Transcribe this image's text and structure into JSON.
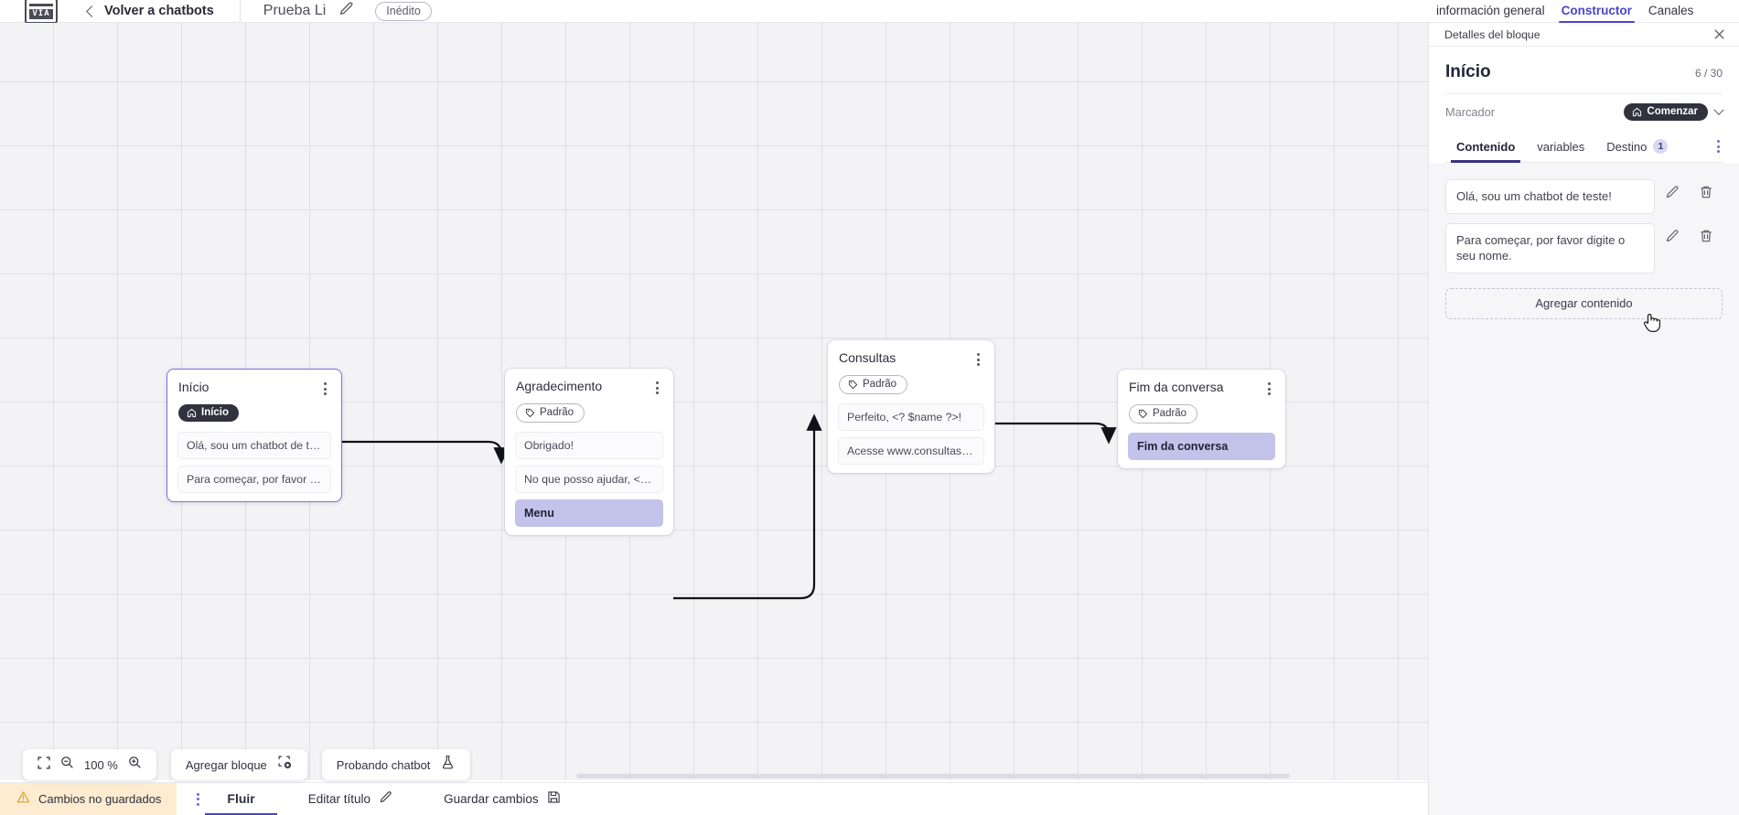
{
  "topbar": {
    "logo_text": "VIA",
    "back_label": "Volver a chatbots",
    "project_title": "Prueba Li",
    "edit_icon": "pencil-icon",
    "status_pill": "Inédito"
  },
  "right_tabs": [
    {
      "label": "información general",
      "active": false
    },
    {
      "label": "Constructor",
      "active": true
    },
    {
      "label": "Canales",
      "active": false
    }
  ],
  "canvas": {
    "nodes": [
      {
        "id": "inicio",
        "title": "Início",
        "badge": {
          "label": "Início",
          "style": "dark",
          "icon": "home-icon"
        },
        "messages": [
          {
            "text": "Olá, sou um chatbot de teste!",
            "accent": false
          },
          {
            "text": "Para começar, por favor digite o ...",
            "accent": false
          }
        ],
        "selected": true
      },
      {
        "id": "agradecimento",
        "title": "Agradecimento",
        "badge": {
          "label": "Padrão",
          "style": "light",
          "icon": "tag-icon"
        },
        "messages": [
          {
            "text": "Obrigado!",
            "accent": false
          },
          {
            "text": "No que posso ajudar, <? $Sname ...",
            "accent": false
          },
          {
            "text": "Menu",
            "accent": true
          }
        ],
        "selected": false
      },
      {
        "id": "consultas",
        "title": "Consultas",
        "badge": {
          "label": "Padrão",
          "style": "light",
          "icon": "tag-icon"
        },
        "messages": [
          {
            "text": "Perfeito, <? $name ?>!",
            "accent": false
          },
          {
            "text": "Acesse www.consultas.com par...",
            "accent": false
          }
        ],
        "selected": false
      },
      {
        "id": "fim-da-conversa",
        "title": "Fim da conversa",
        "badge": {
          "label": "Padrão",
          "style": "light",
          "icon": "tag-icon"
        },
        "messages": [
          {
            "text": "Fim da conversa",
            "accent": true
          }
        ],
        "selected": false
      }
    ]
  },
  "float_toolbar": {
    "fit_icon": "fit-screen-icon",
    "zoom_out_icon": "zoom-out-icon",
    "zoom_level": "100 %",
    "zoom_in_icon": "zoom-in-icon",
    "add_block_label": "Agregar bloque",
    "add_block_icon": "add-block-icon",
    "test_label": "Probando chatbot",
    "test_icon": "flask-icon"
  },
  "statusbar": {
    "unsaved_label": "Cambios no guardados",
    "warning_icon": "warning-triangle-icon",
    "kebab_icon": "kebab-menu-icon",
    "flow_tab": "Fluir",
    "edit_title_label": "Editar título",
    "edit_title_icon": "pencil-icon",
    "save_label": "Guardar cambios",
    "save_icon": "save-disk-icon"
  },
  "panel": {
    "bar_label": "Detalles del bloque",
    "close_icon": "close-icon",
    "title": "Início",
    "count": "6 / 30",
    "marker_label": "Marcador",
    "marker_value": "Comenzar",
    "marker_icon": "home-icon",
    "marker_chevron": "chevron-down-icon",
    "tabs": [
      {
        "label": "Contenido",
        "active": true,
        "badge": ""
      },
      {
        "label": "variables",
        "active": false,
        "badge": ""
      },
      {
        "label": "Destino",
        "active": false,
        "badge": "1"
      }
    ],
    "tabs_kebab": "kebab-menu-icon",
    "contents": [
      {
        "text": "Olá, sou um chatbot de teste!",
        "edit_icon": "pencil-icon",
        "delete_icon": "trash-icon"
      },
      {
        "text": "Para começar, por favor digite o seu nome.",
        "edit_icon": "pencil-icon",
        "delete_icon": "trash-icon"
      }
    ],
    "add_content_label": "Agregar contenido"
  },
  "colors": {
    "accent": "#4a45c9",
    "node_selected_border": "#7a6fe0",
    "accent_msg_bg": "#c3c2ea",
    "badge_dark_bg": "#32323f",
    "unsaved_bg": "#fdecd0",
    "canvas_bg": "#f3f3f6"
  }
}
